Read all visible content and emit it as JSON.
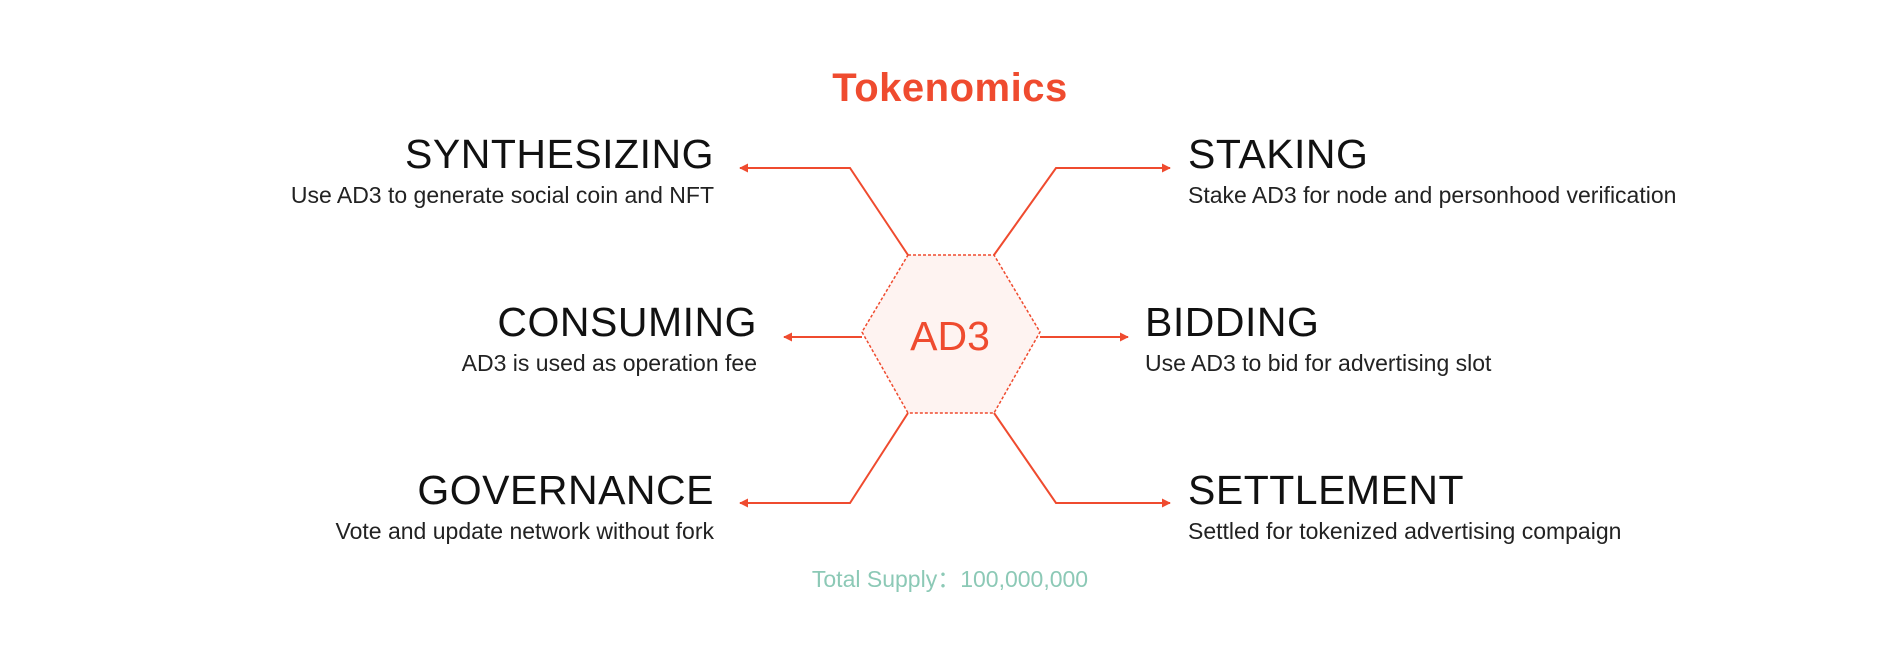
{
  "title": "Tokenomics",
  "center_token": "AD3",
  "supply": "Total Supply：100,000,000",
  "colors": {
    "accent": "#ef4b2f",
    "hex_fill": "#fef3f1",
    "supply_text": "#8cc9b6",
    "heading_text": "#111111"
  },
  "uses": {
    "synthesizing": {
      "heading": "SYNTHESIZING",
      "description": "Use AD3 to generate social coin and NFT"
    },
    "consuming": {
      "heading": "CONSUMING",
      "description": "AD3 is used as operation fee"
    },
    "governance": {
      "heading": "GOVERNANCE",
      "description": "Vote and update network without fork"
    },
    "staking": {
      "heading": "STAKING",
      "description": "Stake AD3 for node and personhood verification"
    },
    "bidding": {
      "heading": "BIDDING",
      "description": "Use AD3 to bid for advertising slot"
    },
    "settlement": {
      "heading": "SETTLEMENT",
      "description": "Settled for tokenized advertising compaign"
    }
  }
}
